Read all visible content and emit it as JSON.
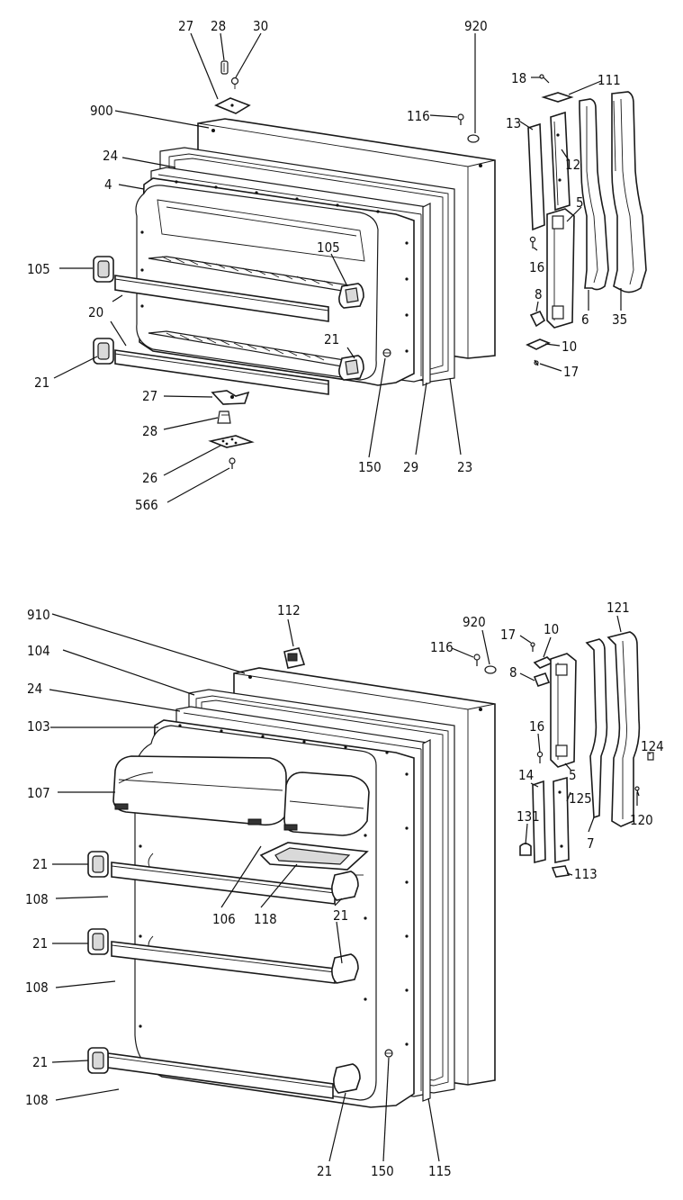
{
  "top_diagram": {
    "labels": {
      "l27a": "27",
      "l28a": "28",
      "l30": "30",
      "l920a": "920",
      "l900": "900",
      "l116a": "116",
      "l18": "18",
      "l111": "111",
      "l13": "13",
      "l12": "12",
      "l24a": "24",
      "l4": "4",
      "l5a": "5",
      "l105a": "105",
      "l105b": "105",
      "l16a": "16",
      "l20": "20",
      "l8a": "8",
      "l6": "6",
      "l35": "35",
      "l21a": "21",
      "l21b": "21",
      "l10a": "10",
      "l17a": "17",
      "l27b": "27",
      "l28b": "28",
      "l26": "26",
      "l566": "566",
      "l150a": "150",
      "l29": "29",
      "l23": "23"
    }
  },
  "bottom_diagram": {
    "labels": {
      "l112": "112",
      "l910": "910",
      "l920b": "920",
      "l116b": "116",
      "l17b": "17",
      "l10b": "10",
      "l121": "121",
      "l104": "104",
      "l8b": "8",
      "l24b": "24",
      "l103": "103",
      "l16b": "16",
      "l124": "124",
      "l5b": "5",
      "l107": "107",
      "l14": "14",
      "l125": "125",
      "l120": "120",
      "l131": "131",
      "l7": "7",
      "l21c": "21",
      "l113": "113",
      "l108a": "108",
      "l106": "106",
      "l118": "118",
      "l21d": "21",
      "l21e": "21",
      "l108b": "108",
      "l21f": "21",
      "l108c": "108",
      "l21g": "21",
      "l150b": "150",
      "l115": "115"
    }
  }
}
